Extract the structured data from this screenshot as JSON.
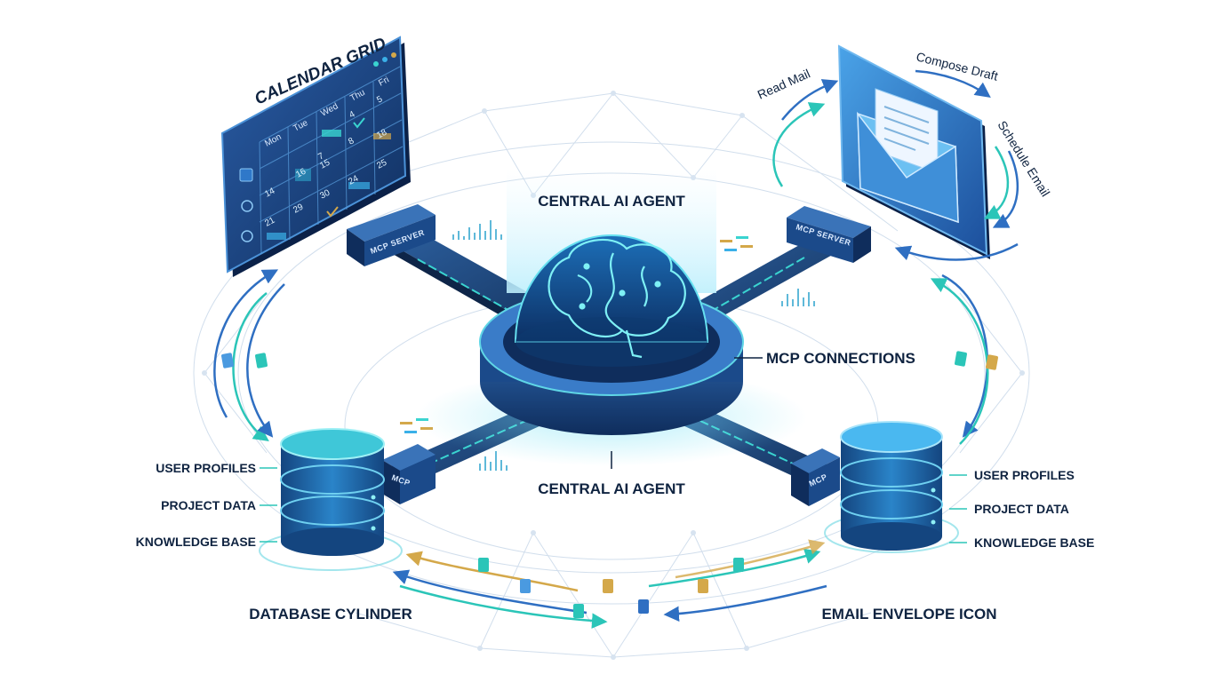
{
  "title_top": "CENTRAL AI AGENT",
  "title_bottom": "CENTRAL AI AGENT",
  "mcp_connections_label": "MCP CONNECTIONS",
  "calendar": {
    "title": "CALENDAR GRID",
    "days": [
      "Mon",
      "Tue",
      "Wed",
      "Thu",
      "Fri"
    ],
    "numbers": [
      "4",
      "5",
      "7",
      "8",
      "15",
      "18",
      "14",
      "25",
      "21",
      "29",
      "30",
      "24",
      "16"
    ]
  },
  "email": {
    "actions": [
      "Read Mail",
      "Compose Draft",
      "Schedule Email"
    ]
  },
  "servers": {
    "left_top": "MCP SERVER",
    "right_top": "MCP SERVER",
    "left_bottom": "MCP",
    "right_bottom": "MCP"
  },
  "db_left": {
    "items": [
      "USER PROFILES",
      "PROJECT DATA",
      "KNOWLEDGE BASE"
    ],
    "caption": "DATABASE CYLINDER"
  },
  "db_right": {
    "items": [
      "USER PROFILES",
      "PROJECT DATA",
      "KNOWLEDGE BASE"
    ],
    "caption": "EMAIL ENVELOPE ICON"
  },
  "colors": {
    "navy": "#0f2340",
    "deep_blue": "#1e4a8c",
    "teal": "#2bd4c4",
    "cyan": "#38bdf8",
    "gold": "#d4a84a"
  }
}
